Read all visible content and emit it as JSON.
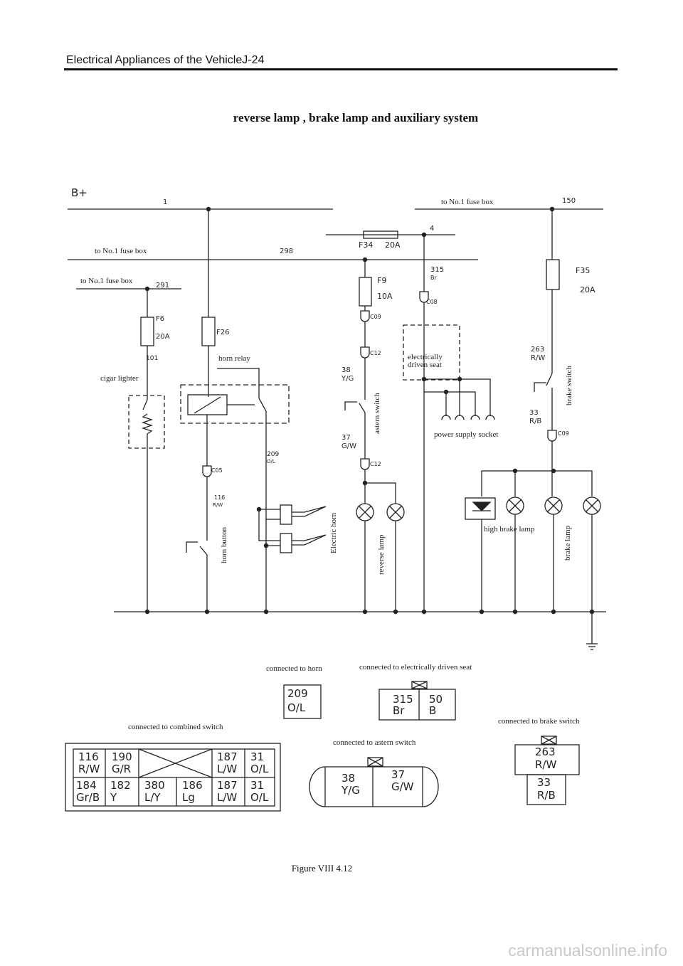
{
  "header": {
    "text": "Electrical Appliances of the VehicleJ-24"
  },
  "title": "reverse lamp , brake lamp and auxiliary system",
  "caption": "Figure VIII 4.12",
  "watermark": "carmanualsonline.info",
  "diagram": {
    "b_plus": "B+",
    "wire_1": "1",
    "wire_150": "150",
    "wire_4": "4",
    "wire_298": "298",
    "wire_291": "291",
    "wire_101": "101",
    "to_fuse_box": "to No.1 fuse box",
    "f34": "F34",
    "f34_rating": "20A",
    "f9": "F9",
    "f9_rating": "10A",
    "f6": "F6",
    "f6_rating": "20A",
    "f26": "F26",
    "f35": "F35",
    "f35_rating": "20A",
    "w315": "315",
    "w315_color": "Br",
    "c08": "C08",
    "c09": "C09",
    "c12": "C12",
    "c05": "C05",
    "w38": "38",
    "w38_color": "Y/G",
    "w37": "37",
    "w37_color": "G/W",
    "w209": "209",
    "w209_color": "O/L",
    "w116": "116",
    "w116_color": "R/W",
    "w263": "263",
    "w263_color": "R/W",
    "w33": "33",
    "w33_color": "R/B",
    "cigar_lighter": "cigar lighter",
    "horn_relay": "horn relay",
    "horn_button": "horn button",
    "electric_horn": "Electric horn",
    "astern_switch": "astern switch",
    "reverse_lamp": "reverse lamp",
    "seat_line1": "electrically",
    "seat_line2": "driven seat",
    "power_socket": "power supply socket",
    "brake_switch": "brake switch",
    "high_brake_lamp": "high brake lamp",
    "brake_lamp": "brake lamp"
  },
  "connectors": {
    "horn": {
      "label": "connected to horn",
      "num": "209",
      "color": "O/L"
    },
    "seat": {
      "label": "connected to electrically driven seat",
      "pins": [
        {
          "num": "315",
          "color": "Br"
        },
        {
          "num": "50",
          "color": "B"
        }
      ]
    },
    "brake": {
      "label": "connected to brake switch",
      "top": {
        "num": "263",
        "color": "R/W"
      },
      "bottom": {
        "num": "33",
        "color": "R/B"
      }
    },
    "astern": {
      "label": "connected to astern switch",
      "pins": [
        {
          "num": "38",
          "color": "Y/G"
        },
        {
          "num": "37",
          "color": "G/W"
        }
      ]
    },
    "combined": {
      "label": "connected to combined switch",
      "row1": [
        {
          "num": "116",
          "color": "R/W"
        },
        {
          "num": "190",
          "color": "G/R"
        },
        {
          "num": "187",
          "color": "L/W"
        },
        {
          "num": "31",
          "color": "O/L"
        }
      ],
      "row2": [
        {
          "num": "184",
          "color": "Gr/B"
        },
        {
          "num": "182",
          "color": "Y"
        },
        {
          "num": "380",
          "color": "L/Y"
        },
        {
          "num": "186",
          "color": "Lg"
        },
        {
          "num": "187",
          "color": "L/W"
        },
        {
          "num": "31",
          "color": "O/L"
        }
      ]
    }
  }
}
